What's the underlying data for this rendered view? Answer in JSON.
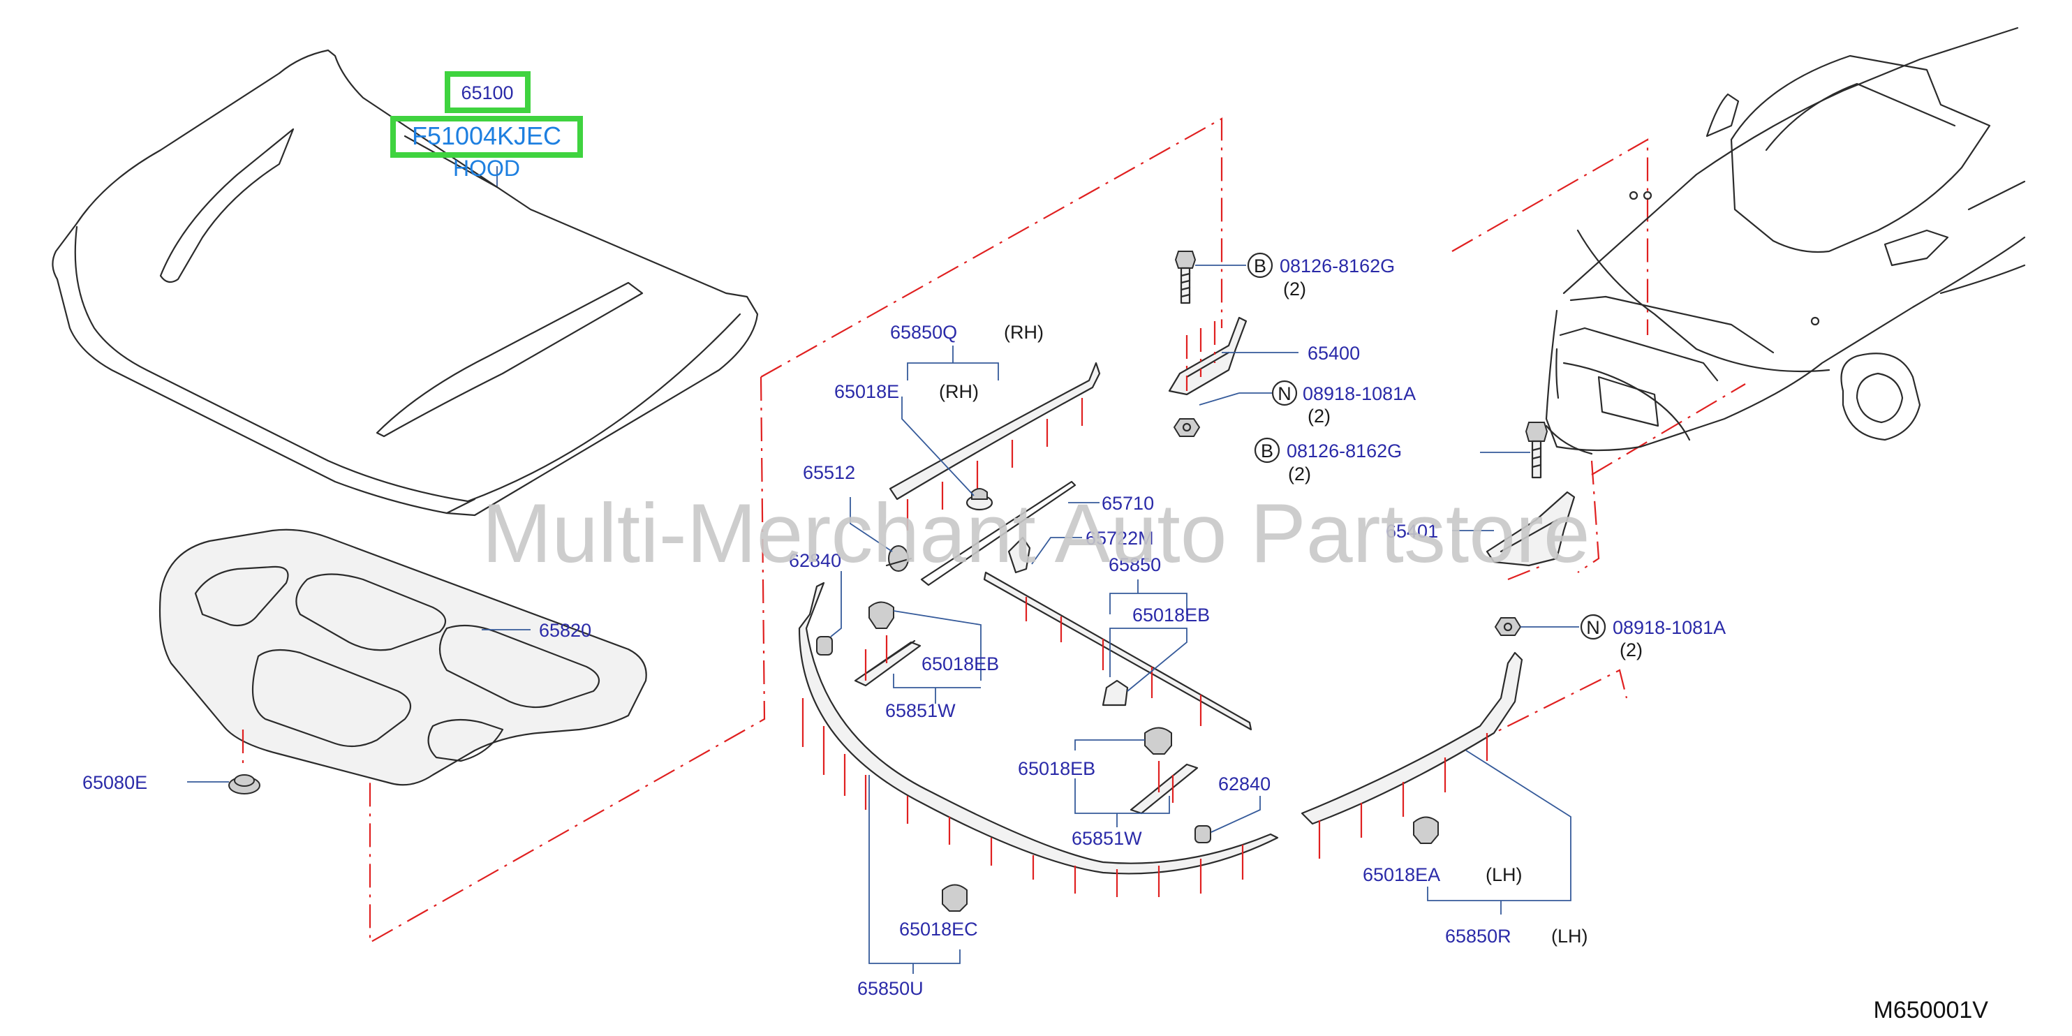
{
  "labels": {
    "hood_num": "65100",
    "hood_pn": "F51004KJEC",
    "hood_name": "HOOD",
    "b1_letter": "B",
    "b1_num": "08126-8162G",
    "b1_qty": "(2)",
    "n1_letter": "N",
    "n1_num": "08918-1081A",
    "n1_qty": "(2)",
    "b2_letter": "B",
    "b2_num": "08126-8162G",
    "b2_qty": "(2)",
    "n2_letter": "N",
    "n2_num": "08918-1081A",
    "n2_qty": "(2)",
    "p65400": "65400",
    "p65401": "65401",
    "p65850Q": "65850Q",
    "rh1": "(RH)",
    "p65018E": "65018E",
    "rh2": "(RH)",
    "p65512": "65512",
    "p65710": "65710",
    "p65722M": "65722M",
    "p65850": "65850",
    "p65018EB_a": "65018EB",
    "p62840_a": "62840",
    "p65018EB_b": "65018EB",
    "p65851W_a": "65851W",
    "p65820": "65820",
    "p65080E": "65080E",
    "p65018EB_c": "65018EB",
    "p65851W_b": "65851W",
    "p62840_b": "62840",
    "p65018EC": "65018EC",
    "p65850U": "65850U",
    "p65018EA": "65018EA",
    "lh1": "(LH)",
    "p65850R": "65850R",
    "lh2": "(LH)",
    "watermark": "Multi-Merchant Auto Partstore",
    "diagram_code": "M650001V"
  },
  "colors": {
    "label_blue": "#2a2aa8",
    "hood_label_blue": "#1d7fe0",
    "highlight_green": "#3fd33f",
    "phantom_red": "#e02020",
    "watermark_gray": "#c8c8c8"
  }
}
